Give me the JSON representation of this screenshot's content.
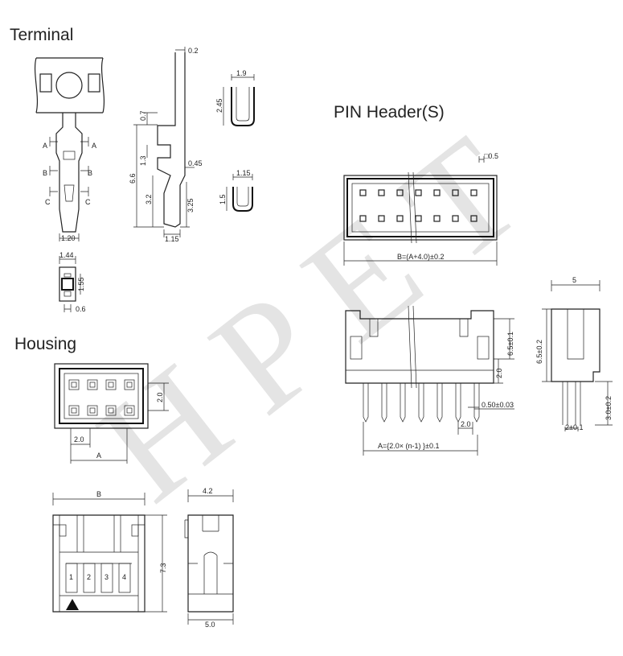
{
  "watermark": "HPET",
  "sections": {
    "terminal": "Terminal",
    "housing": "Housing",
    "pin_header": "PIN Header(S)"
  },
  "terminal_dims": {
    "t02": "0.2",
    "t07": "0.7",
    "t13": "1.3",
    "t66": "6.6",
    "t045": "0.45",
    "t32": "3.2",
    "t325": "3.25",
    "t115": "1.15",
    "t120": "1.20",
    "t144": "1.44",
    "t155": "1.55",
    "t06": "0.6",
    "t19": "1.9",
    "t245": "2.45",
    "t115b": "1.15",
    "t15": "1.5",
    "cut_a": "A",
    "cut_b": "B",
    "cut_c": "C"
  },
  "housing_dims": {
    "pitch_h": "2.0",
    "pitch_v": "2.0",
    "a": "A",
    "b": "B",
    "height": "7.3",
    "depth": "4.2",
    "width": "5.0",
    "pins": [
      "1",
      "2",
      "3",
      "4"
    ]
  },
  "header_dims": {
    "sq": "□0.5",
    "b_formula": "B=(A+4.0)±0.2",
    "h65": "6.5±0.1",
    "h20": "2.0",
    "pin_w": "0.50±0.03",
    "pitch": "2.0",
    "a_formula": "A={2.0× (n-1) }±0.1",
    "side_w": "5",
    "side_h": "6.5±0.2",
    "tail": "3.0±0.2",
    "tail_pitch": "2±0.1"
  }
}
